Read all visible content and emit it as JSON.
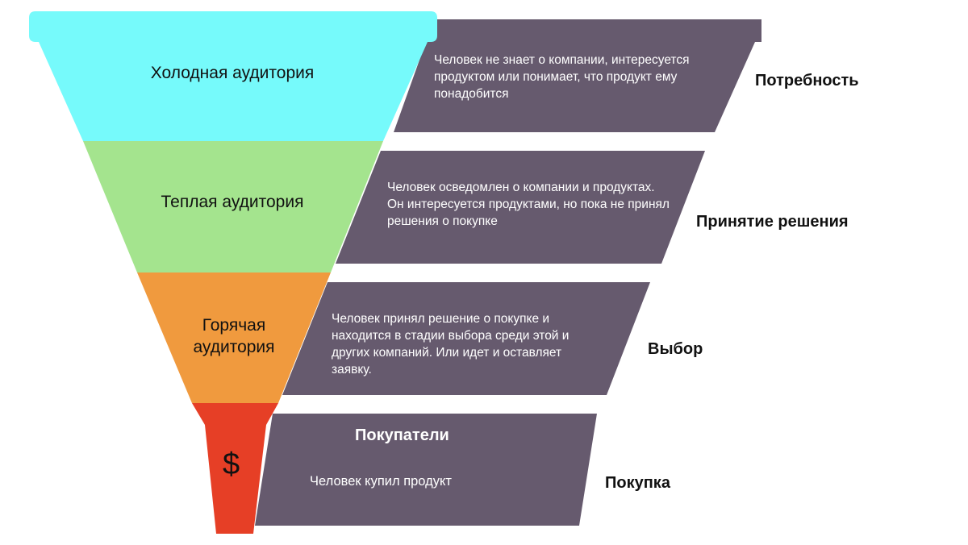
{
  "colors": {
    "cold": "#76FAFB",
    "warm": "#A4E48E",
    "hot": "#F09A3E",
    "buyers": "#E63F26",
    "panel": "#665A6E"
  },
  "funnel": [
    {
      "label": "Холодная аудитория"
    },
    {
      "label": "Теплая аудитория"
    },
    {
      "label": "Горячая\nаудитория"
    },
    {
      "label": "$"
    }
  ],
  "descriptions": [
    {
      "text": "Человек не знает о компании, интересуется продуктом или понимает, что продукт ему понадобится"
    },
    {
      "text": "Человек осведомлен о компании и продуктах. Он интересуется продуктами, но пока не принял решения о покупке"
    },
    {
      "text": "Человек принял решение о покупке и находится в стадии выбора среди этой и других компаний. Или идет и оставляет заявку."
    },
    {
      "title": "Покупатели",
      "text": "Человек купил продукт"
    }
  ],
  "stages": [
    {
      "name": "Потребность"
    },
    {
      "name": "Принятие решения"
    },
    {
      "name": "Выбор"
    },
    {
      "name": "Покупка"
    }
  ]
}
